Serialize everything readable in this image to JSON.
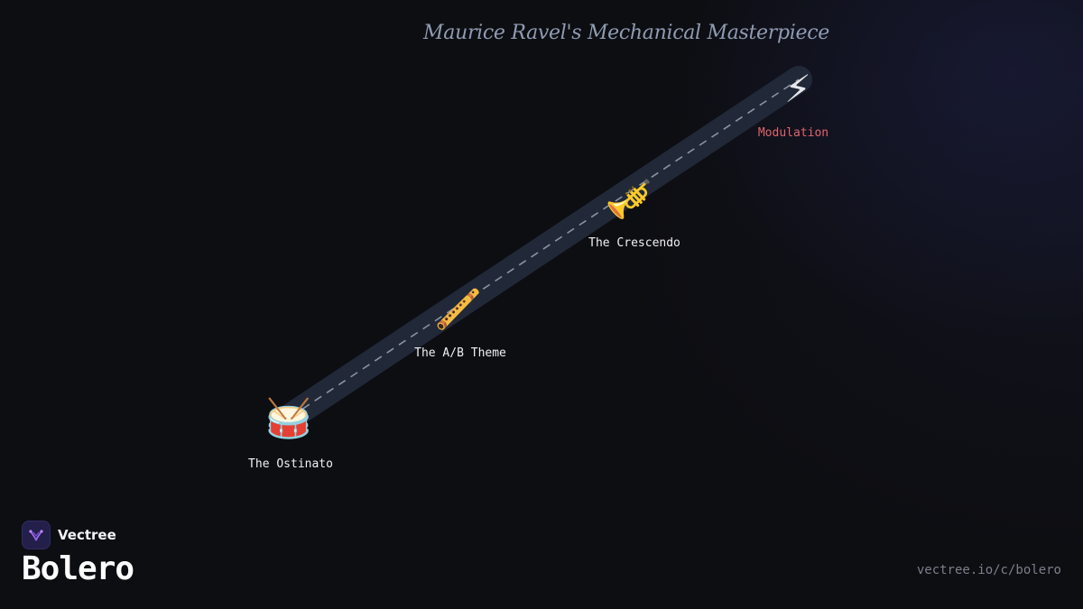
{
  "diagram": {
    "title": "Maurice Ravel's Mechanical Masterpiece",
    "nodes": [
      {
        "id": "ostinato",
        "label": "The Ostinato",
        "icon": "drum-icon",
        "glyph": "🥁",
        "accent": false
      },
      {
        "id": "ab-theme",
        "label": "The A/B Theme",
        "icon": "flute-icon",
        "glyph": "🪈",
        "accent": false
      },
      {
        "id": "crescendo",
        "label": "The Crescendo",
        "icon": "trumpet-icon",
        "glyph": "🎺",
        "accent": false
      },
      {
        "id": "modulation",
        "label": "Modulation",
        "icon": "lightning-icon",
        "glyph": "⚡",
        "accent": true
      }
    ],
    "colors": {
      "track": "#212838",
      "dash": "#8a93a3",
      "accent_label": "#e0656b"
    }
  },
  "brand": {
    "name": "Vectree",
    "logo_icon": "vectree-logo-icon"
  },
  "page": {
    "heading": "Bolero",
    "url": "vectree.io/c/bolero"
  }
}
